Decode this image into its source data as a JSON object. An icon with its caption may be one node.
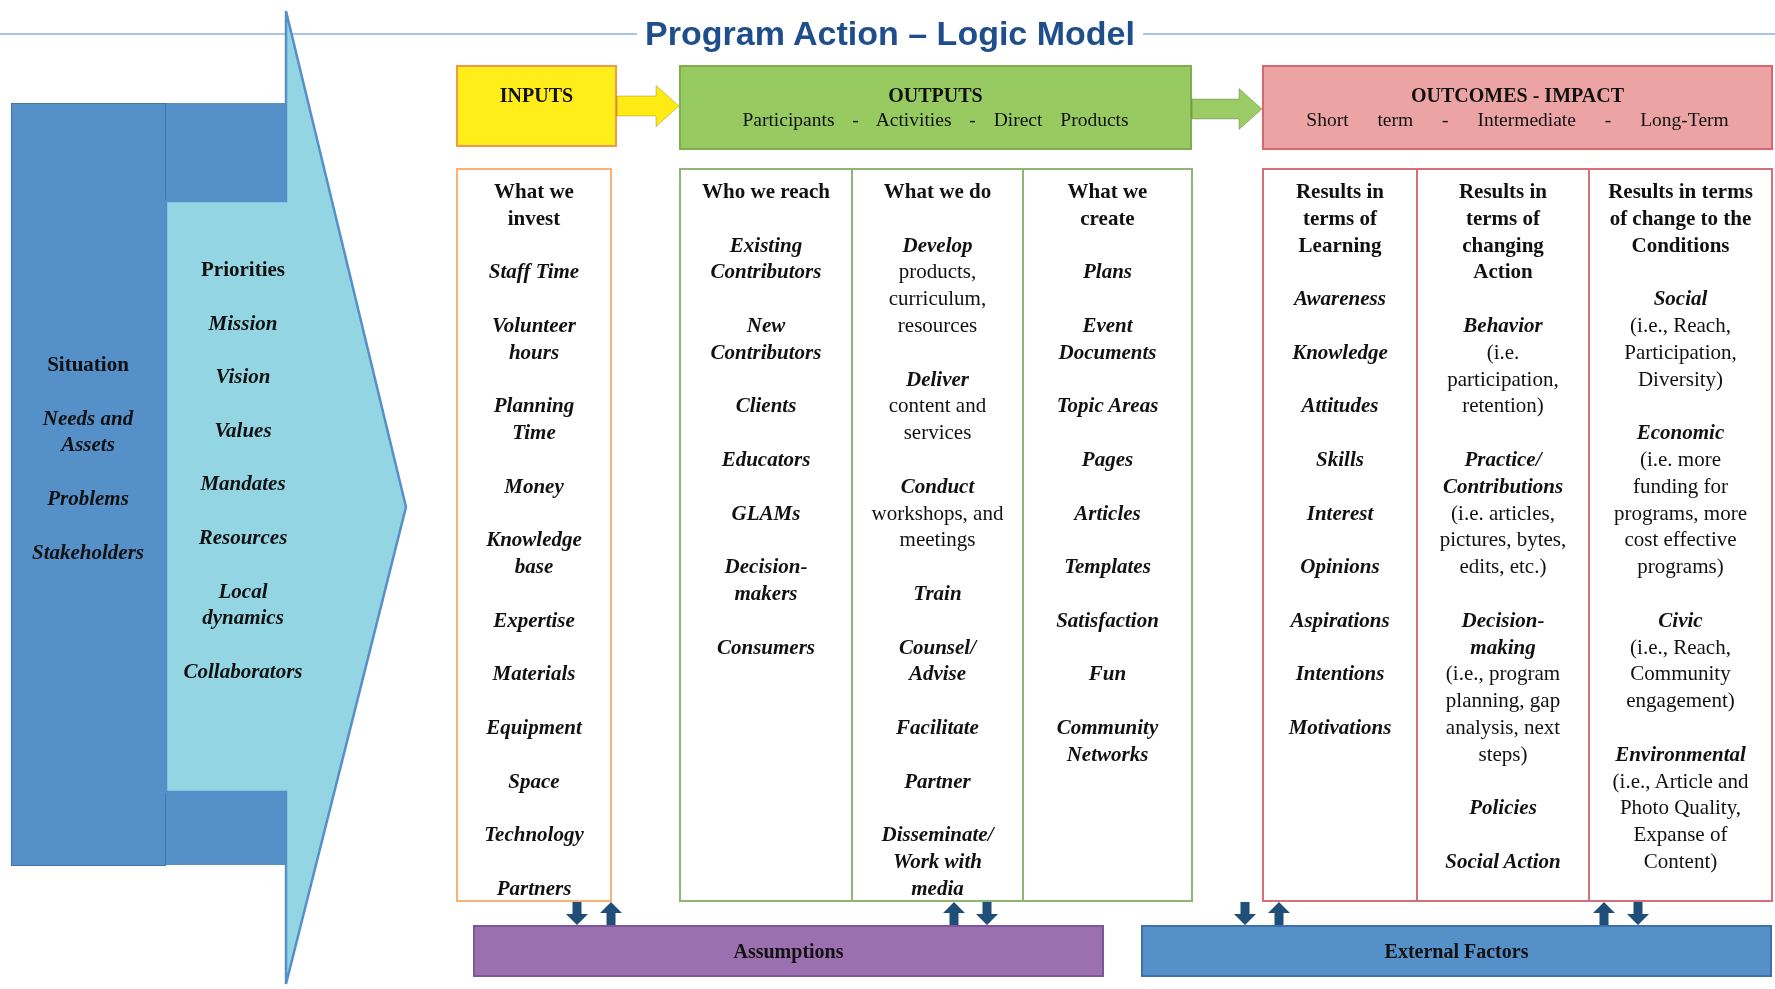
{
  "diagram": {
    "title": "Program Action – Logic Model",
    "nodes": [
      {
        "text": [
          "Situation",
          "Needs and Assets",
          "Problems",
          "Stakeholders"
        ]
      },
      {
        "text": [
          "Priorities",
          "Mission",
          "Vision",
          "Values",
          "Mandates",
          "Resources",
          "Local dynamics",
          "Collaborators"
        ]
      },
      {
        "text": [
          "INPUTS"
        ]
      },
      {
        "text": [
          "OUTPUTS",
          "Participants - Activities - Direct Products"
        ]
      },
      {
        "text": [
          "OUTCOMES - IMPACT",
          "Short term - Intermediate - Long-Term"
        ]
      },
      {
        "text": [
          "What we invest",
          "Staff Time",
          "Volunteer hours",
          "Planning Time",
          "Money",
          "Knowledge base",
          "Expertise",
          "Materials",
          "Equipment",
          "Space",
          "Technology",
          "Partners"
        ]
      },
      {
        "text": [
          "Who we reach",
          "Existing Contributors",
          "New Contributors",
          "Clients",
          "Educators",
          "GLAMs",
          "Decision-makers",
          "Consumers"
        ]
      },
      {
        "text": [
          "What we do",
          "Develop",
          "products, curriculum, resources",
          "Deliver",
          "content and services",
          "Conduct",
          "workshops, and meetings",
          "Train",
          "Counsel/ Advise",
          "Facilitate",
          "Partner",
          "Disseminate/ Work with media"
        ]
      },
      {
        "text": [
          "What we create",
          "Plans",
          "Event Documents",
          "Topic Areas",
          "Pages",
          "Articles",
          "Templates",
          "Satisfaction",
          "Fun",
          "Community Networks"
        ]
      },
      {
        "text": [
          "Results in terms of Learning",
          "Awareness",
          "Knowledge",
          "Attitudes",
          "Skills",
          "Interest",
          "Opinions",
          "Aspirations",
          "Intentions",
          "Motivations"
        ]
      },
      {
        "text": [
          "Results in terms of changing Action",
          "Behavior",
          "(i.e. participation, retention)",
          "Practice/ Contributions",
          "(i.e. articles, pictures, bytes, edits, etc.)",
          "Decision-making",
          "(i.e., program planning, gap analysis, next steps)",
          "Policies",
          "Social Action"
        ]
      },
      {
        "text": [
          "Results in terms of change to the Conditions",
          "Social",
          "(i.e., Reach, Participation, Diversity)",
          "Economic",
          "(i.e. more funding for programs, more cost effective programs)",
          "Civic",
          "(i.e., Reach, Community engagement)",
          "Environmental",
          "(i.e., Article and Photo Quality, Expanse of Content)"
        ]
      },
      {
        "text": [
          "Assumptions"
        ]
      },
      {
        "text": [
          "External Factors"
        ]
      }
    ],
    "edges": [
      {
        "from": 2,
        "to": 3,
        "arrow": "to",
        "style": "thick",
        "color": "#ffeb14"
      },
      {
        "from": 3,
        "to": 4,
        "arrow": "to",
        "style": "thick",
        "color": "#9bcb64"
      },
      {
        "from": 5,
        "to": 12,
        "arrow": "to"
      },
      {
        "from": 12,
        "to": 5,
        "arrow": "to"
      },
      {
        "from": 12,
        "to": 7,
        "arrow": "to"
      },
      {
        "from": 7,
        "to": 12,
        "arrow": "to"
      },
      {
        "from": 9,
        "to": 13,
        "arrow": "to"
      },
      {
        "from": 13,
        "to": 9,
        "arrow": "to"
      },
      {
        "from": 13,
        "to": 11,
        "arrow": "to"
      },
      {
        "from": 11,
        "to": 13,
        "arrow": "to"
      }
    ]
  }
}
